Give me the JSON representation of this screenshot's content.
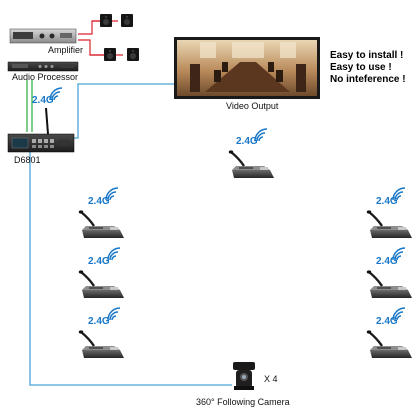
{
  "labels": {
    "amplifier": "Amplifier",
    "audio_processor": "Audio Processor",
    "video_output": "Video Output",
    "controller": "D6801",
    "camera": "360° Following Camera",
    "camera_count": "X 4",
    "wireless_band": "2.4G"
  },
  "taglines": [
    "Easy to install !",
    "Easy to use !",
    "No inteference !"
  ],
  "colors": {
    "link_line": "#4aa3d8",
    "analog_link": "#3cb34a",
    "speaker_link": "#d9232d",
    "wifi_blue": "#1a78c8"
  },
  "icons": [
    "wifi-icon",
    "speaker-icon",
    "microphone-icon",
    "camera-icon"
  ]
}
